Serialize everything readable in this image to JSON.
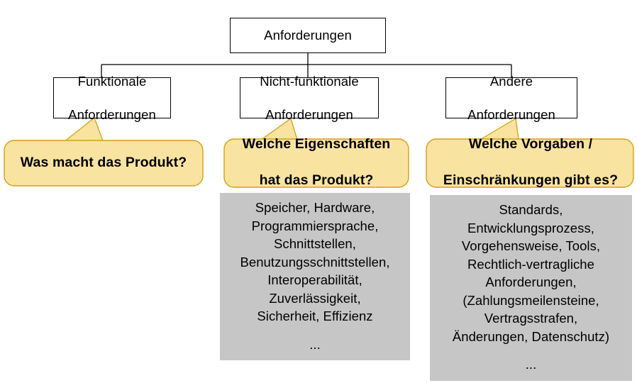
{
  "diagram": {
    "title_node": {
      "label": "Anforderungen"
    },
    "branches": [
      {
        "id": "funktionale",
        "node_label_line1": "Funktionale",
        "node_label_line2": "Anforderungen",
        "callout_line1": "Was macht das Produkt?",
        "callout_line2": "",
        "details": []
      },
      {
        "id": "nicht-funktionale",
        "node_label_line1": "Nicht-funktionale",
        "node_label_line2": "Anforderungen",
        "callout_line1": "Welche Eigenschaften",
        "callout_line2": "hat das Produkt?",
        "details": [
          "Speicher, Hardware,",
          "Programmiersprache,",
          "Schnittstellen,",
          "Benutzungsschnittstellen,",
          "Interoperabilität,",
          "Zuverlässigkeit,",
          "Sicherheit, Effizienz"
        ],
        "details_ellipsis": "..."
      },
      {
        "id": "andere",
        "node_label_line1": "Andere",
        "node_label_line2": "Anforderungen",
        "callout_line1": "Welche Vorgaben /",
        "callout_line2": "Einschränkungen gibt es?",
        "details": [
          "Standards,",
          "Entwicklungsprozess,",
          "Vorgehensweise, Tools,",
          "Rechtlich-vertragliche",
          "Anforderungen,",
          "(Zahlungsmeilensteine,",
          "Vertragsstrafen,",
          "Änderungen, Datenschutz)"
        ],
        "details_ellipsis": "..."
      }
    ]
  },
  "colors": {
    "callout_fill": "#f9e3a0",
    "callout_stroke": "#d4a017",
    "panel_fill": "#c6c6c6",
    "node_fill": "#ffffff",
    "node_stroke": "#000000",
    "connector_stroke": "#000000",
    "text": "#000000"
  }
}
